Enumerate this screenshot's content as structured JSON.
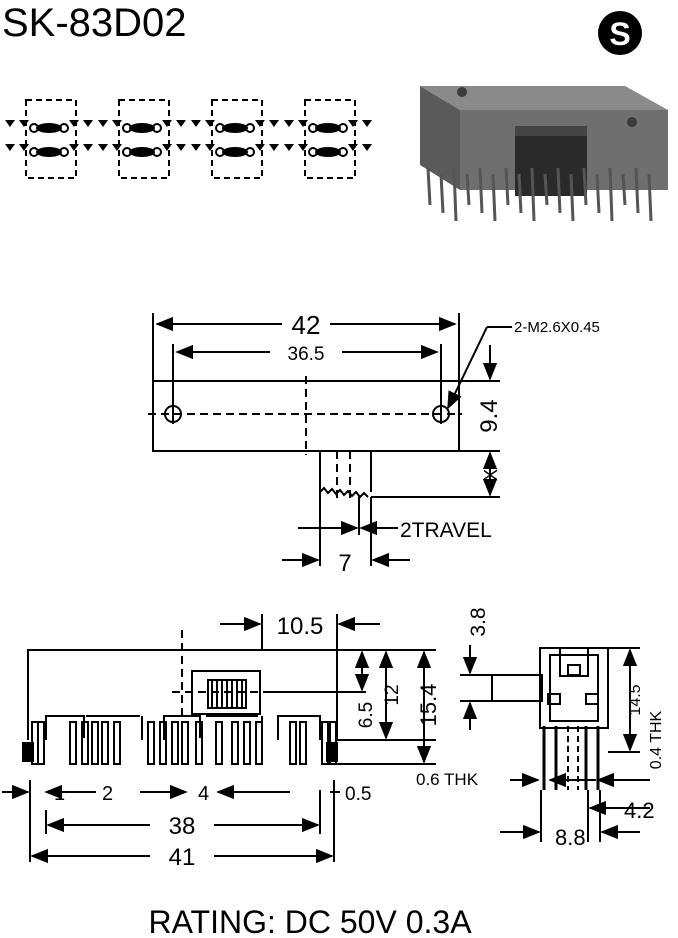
{
  "title": "SK-83D02",
  "logo_letter": "S",
  "dims": {
    "top_width": "42",
    "hole_pitch": "36.5",
    "screw": "2-M2.6X0.45",
    "body_height": "9.4",
    "knob_x": "X",
    "knob_width": "7",
    "travel": "2TRAVEL",
    "knob_offset": "10.5",
    "h65": "6.5",
    "h12": "12",
    "h154": "15.4",
    "pin_1": "1",
    "pin_2": "2",
    "pin_4": "4",
    "pin_05": "0.5",
    "pitch_38": "38",
    "len_41": "41",
    "side_38": "3.8",
    "side_145": "14.5",
    "side_04": "0.4 THK",
    "side_06": "0.6 THK",
    "side_42": "4.2",
    "side_88": "8.8"
  },
  "rating": "RATING: DC 50V 0.3A"
}
